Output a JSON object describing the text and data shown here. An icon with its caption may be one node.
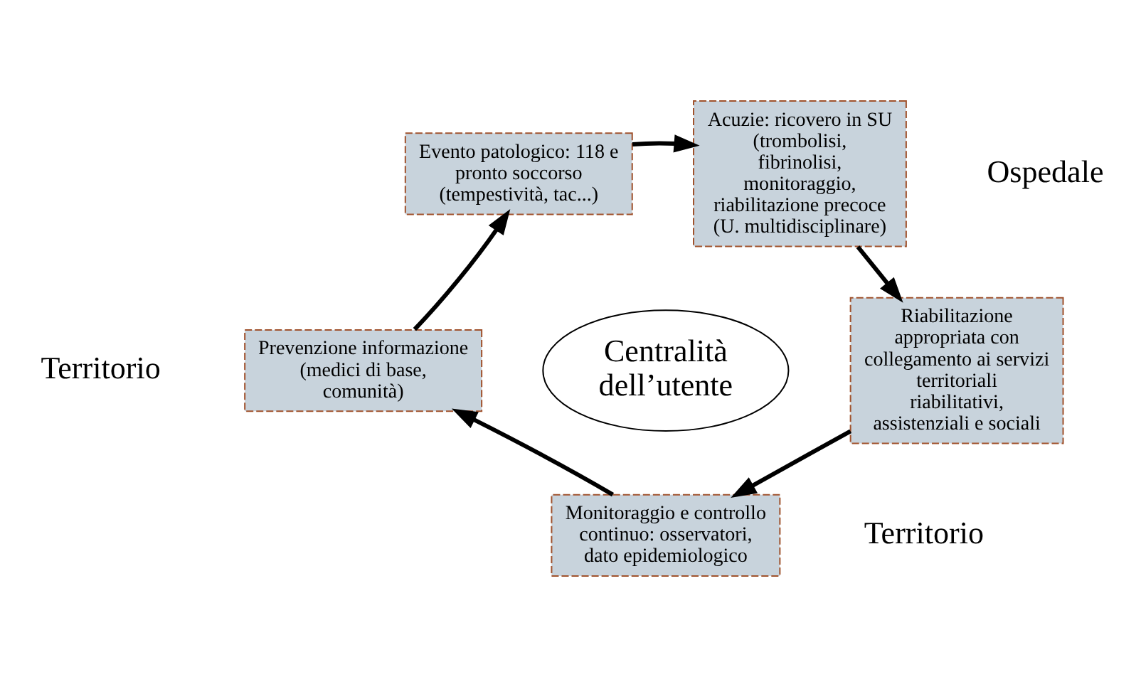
{
  "diagram": {
    "nodes": [
      {
        "text": [
          "Evento patologico: 118 e pronto soccorso (tempestività, tac...)"
        ]
      },
      {
        "text": [
          "Acuzie: ricovero in SU (trombolisi, fibrinolisi, monitoraggio, riabilitazione precoce (U. multidisciplinare)"
        ]
      },
      {
        "text": [
          "Prevenzione informazione (medici di base, comunità)"
        ]
      },
      {
        "text": [
          "Centralità dell’utente"
        ]
      },
      {
        "text": [
          "Riabilitazione appropriata con collegamento ai servizi territoriali riabilitativi, assistenziali e sociali"
        ]
      },
      {
        "text": [
          "Monitoraggio e controllo continuo: osservatori, dato epidemiologico"
        ]
      }
    ],
    "edges": [
      {
        "from": 0,
        "to": 1,
        "arrow": "to"
      },
      {
        "from": 1,
        "to": 4,
        "arrow": "to"
      },
      {
        "from": 4,
        "to": 5,
        "arrow": "to"
      },
      {
        "from": 5,
        "to": 2,
        "arrow": "to"
      },
      {
        "from": 2,
        "to": 0,
        "arrow": "to"
      }
    ],
    "labels": [
      "Ospedale",
      "Territorio",
      "Territorio"
    ]
  }
}
